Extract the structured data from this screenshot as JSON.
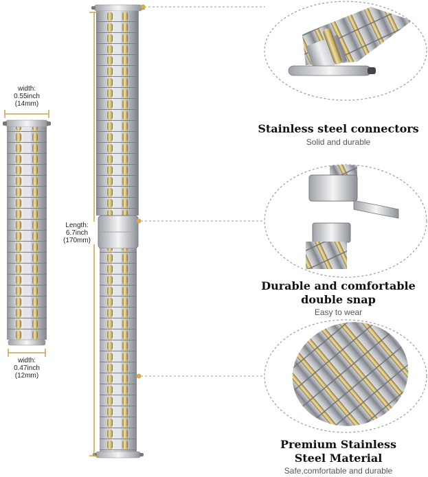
{
  "small_band": {
    "top_width_label": "width:",
    "top_width_inch": "0.55inch",
    "top_width_mm": "(14mm)",
    "bottom_width_label": "width:",
    "bottom_width_inch": "0.47inch",
    "bottom_width_mm": "(12mm)"
  },
  "large_band": {
    "length_label": "Length:",
    "length_inch": "6.7inch",
    "length_mm": "(170mm)"
  },
  "features": [
    {
      "title_line1": "Stainless steel connectors",
      "title_line2": "",
      "subtitle": "Solid and durable"
    },
    {
      "title_line1": "Durable and comfortable",
      "title_line2": "double snap",
      "subtitle": "Easy to wear"
    },
    {
      "title_line1": "Premium Stainless",
      "title_line2": "Steel Material",
      "subtitle": "Safe,comfortable and durable"
    }
  ],
  "colors": {
    "silver": "#c9ccd1",
    "silver_dark": "#8e9298",
    "gold": "#c9b170",
    "gold_dark": "#8f7a3e",
    "dimension_line": "#c8a34a",
    "callout_dot": "#d9a94e",
    "callout_line": "#9a9a9a"
  }
}
